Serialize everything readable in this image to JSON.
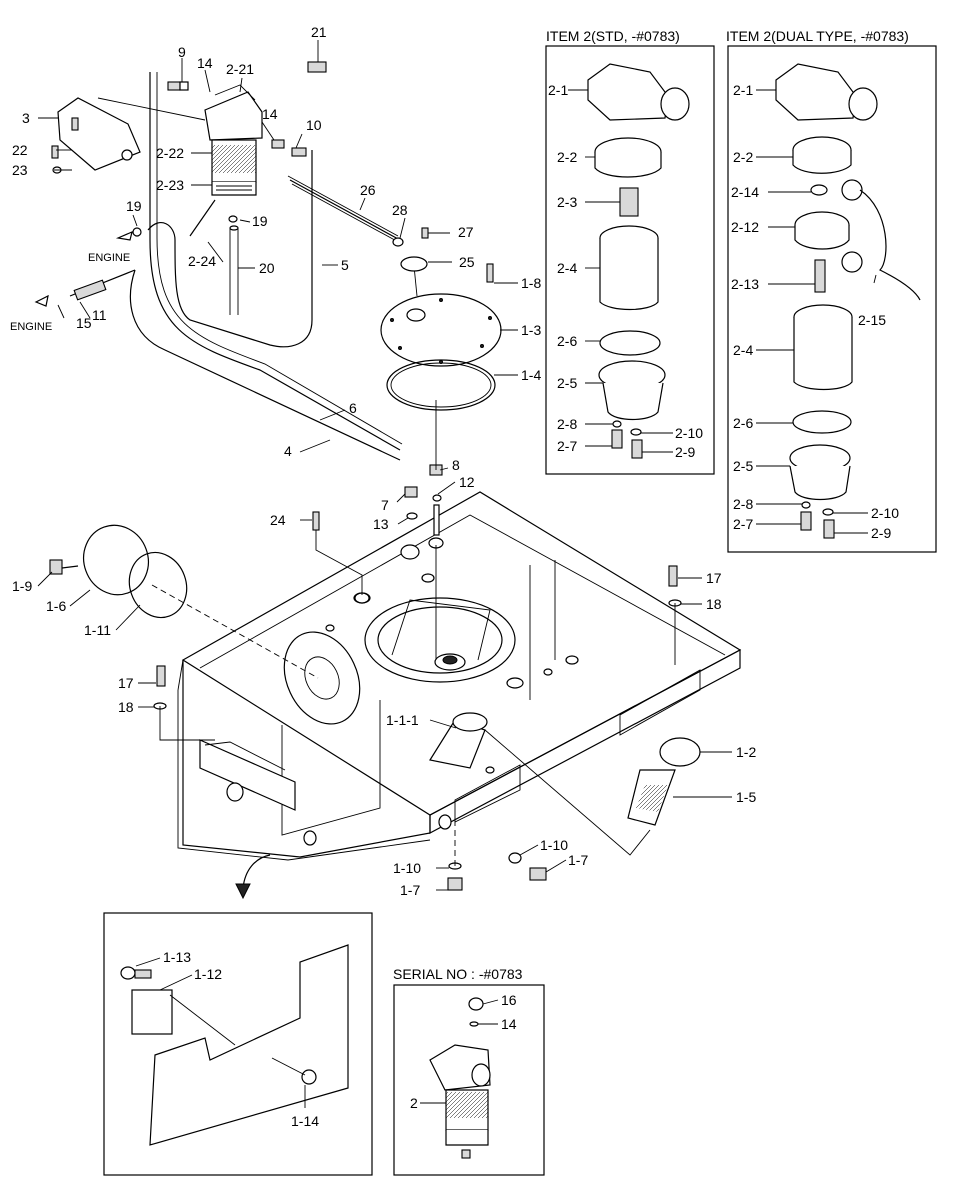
{
  "boxes": {
    "std_header": "ITEM 2(STD, -#0783)",
    "dual_header": "ITEM 2(DUAL TYPE, -#0783)",
    "serial_header": "SERIAL NO : -#0783"
  },
  "engine_labels": [
    "ENGINE",
    "ENGINE"
  ],
  "labels": {
    "l21": "21",
    "l9": "9",
    "l14a": "14",
    "l2_21": "2-21",
    "l3": "3",
    "l14b": "14",
    "l10": "10",
    "l22": "22",
    "l2_22": "2-22",
    "l23": "23",
    "l2_23": "2-23",
    "l19a": "19",
    "l19b": "19",
    "l26": "26",
    "l28": "28",
    "l27": "27",
    "l2_24": "2-24",
    "l20": "20",
    "l5": "5",
    "l25": "25",
    "l1_8": "1-8",
    "l11": "11",
    "l15": "15",
    "l1_3": "1-3",
    "l1_4": "1-4",
    "l6": "6",
    "l4": "4",
    "l8": "8",
    "l12": "12",
    "l7": "7",
    "l13": "13",
    "l24": "24",
    "l17a": "17",
    "l18a": "18",
    "l1_9": "1-9",
    "l1_6": "1-6",
    "l1_11": "1-11",
    "l17b": "17",
    "l18b": "18",
    "l1_1_1": "1-1-1",
    "l1_2": "1-2",
    "l1_5": "1-5",
    "l1_10a": "1-10",
    "l1_10b": "1-10",
    "l1_7a": "1-7",
    "l1_7b": "1-7",
    "l1_13": "1-13",
    "l1_12": "1-12",
    "l1_14": "1-14",
    "l16": "16",
    "l14c": "14",
    "l2": "2",
    "s2_1": "2-1",
    "s2_2": "2-2",
    "s2_3": "2-3",
    "s2_4": "2-4",
    "s2_6": "2-6",
    "s2_5": "2-5",
    "s2_8": "2-8",
    "s2_10": "2-10",
    "s2_7": "2-7",
    "s2_9": "2-9",
    "d2_1": "2-1",
    "d2_2": "2-2",
    "d2_14": "2-14",
    "d2_12": "2-12",
    "d2_13": "2-13",
    "d2_15": "2-15",
    "d2_4": "2-4",
    "d2_6": "2-6",
    "d2_5": "2-5",
    "d2_8": "2-8",
    "d2_10": "2-10",
    "d2_7": "2-7",
    "d2_9": "2-9"
  }
}
